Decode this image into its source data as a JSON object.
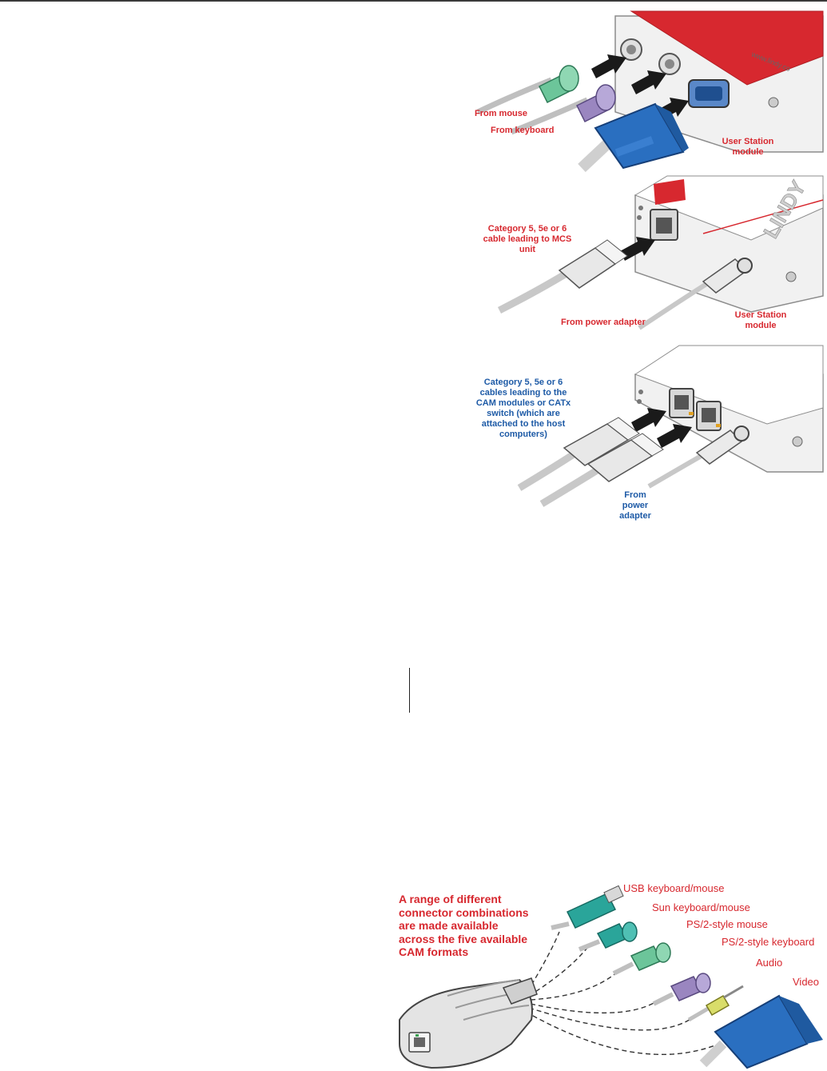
{
  "panel1": {
    "from_mouse": "From mouse",
    "from_keyboard": "From keyboard",
    "user_station_line1": "User Station",
    "user_station_line2": "module",
    "url_text": "www.lindy.co"
  },
  "panel2": {
    "cat_cable_line1": "Category 5, 5e or 6",
    "cat_cable_line2": "cable leading to MCS",
    "cat_cable_line3": "unit",
    "from_power_adapter": "From power adapter",
    "user_station_line1": "User Station",
    "user_station_line2": "module",
    "brand_text": "LINDY"
  },
  "panel3": {
    "cat_cables_line1": "Category 5, 5e or 6",
    "cat_cables_line2": "cables leading to the",
    "cat_cables_line3": "CAM modules or CATx",
    "cat_cables_line4": "switch (which are",
    "cat_cables_line5": "attached to the host",
    "cat_cables_line6": "computers)",
    "from_line1": "From",
    "from_line2": "power",
    "from_line3": "adapter"
  },
  "cam": {
    "callout_line1": "A range of different",
    "callout_line2": "connector combinations",
    "callout_line3": "are made available",
    "callout_line4": "across the five available",
    "callout_line5": "CAM formats",
    "usb": "USB keyboard/mouse",
    "sun": "Sun keyboard/mouse",
    "ps2_mouse": "PS/2-style mouse",
    "ps2_keyboard": "PS/2-style keyboard",
    "audio": "Audio",
    "video": "Video"
  },
  "colors": {
    "label_red": "#d7282f",
    "label_blue": "#1d5aa6",
    "vga_blue": "#2a6fc0",
    "mouse_green": "#6cc59a",
    "keyboard_purple": "#9a86c0",
    "usb_teal": "#2aa59a",
    "audio_yellow": "#d9dd6a"
  }
}
